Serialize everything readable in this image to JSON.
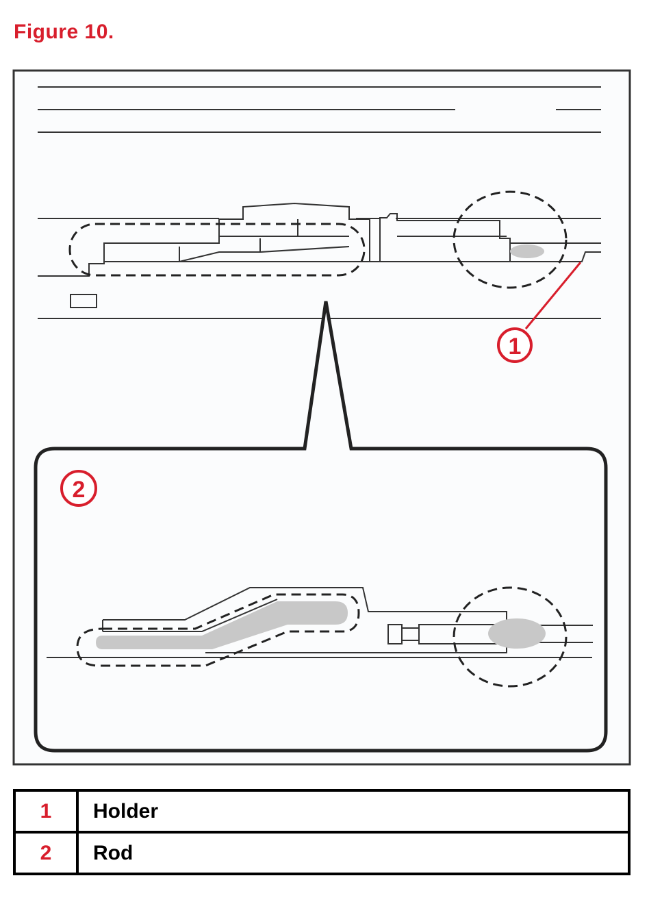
{
  "figure": {
    "title": "Figure 10."
  },
  "callouts": [
    {
      "number": "1"
    },
    {
      "number": "2"
    }
  ],
  "legend": [
    {
      "number": "1",
      "label": "Holder"
    },
    {
      "number": "2",
      "label": "Rod"
    }
  ],
  "colors": {
    "accent_red": "#d81e2c",
    "line": "#222222",
    "highlight_gray": "#c8c8c8",
    "panel_bg": "#fbfcfd"
  }
}
